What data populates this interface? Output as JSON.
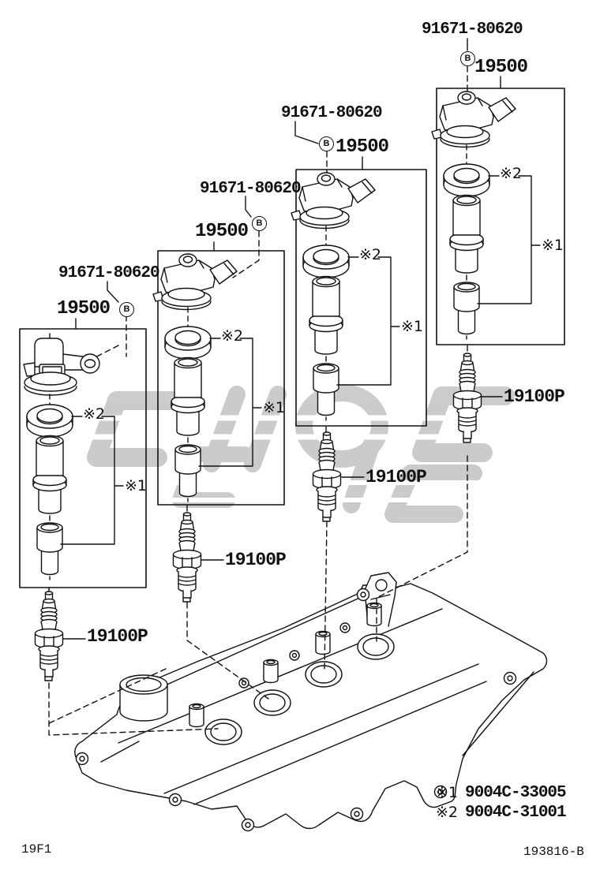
{
  "diagram": {
    "coil_groups": [
      {
        "bolt_part": "91671-80620",
        "bolt_marker": "B",
        "coil_part": "19500",
        "boot_note_ref": "※1",
        "grommet_note_ref": "※2"
      },
      {
        "bolt_part": "91671-80620",
        "bolt_marker": "B",
        "coil_part": "19500",
        "boot_note_ref": "※1",
        "grommet_note_ref": "※2"
      },
      {
        "bolt_part": "91671-80620",
        "bolt_marker": "B",
        "coil_part": "19500",
        "boot_note_ref": "※1",
        "grommet_note_ref": "※2"
      },
      {
        "bolt_part": "91671-80620",
        "bolt_marker": "B",
        "coil_part": "19500",
        "boot_note_ref": "※1",
        "grommet_note_ref": "※2"
      }
    ],
    "spark_plugs": [
      {
        "part": "19100P"
      },
      {
        "part": "19100P"
      },
      {
        "part": "19100P"
      },
      {
        "part": "19100P"
      }
    ],
    "legend": {
      "entries": [
        {
          "ref": "※1",
          "part": "9004C-33005"
        },
        {
          "ref": "※2",
          "part": "9004C-31001"
        }
      ]
    },
    "footer": {
      "drawing_area_code": "19F1",
      "figure_number": "193816-B"
    }
  }
}
